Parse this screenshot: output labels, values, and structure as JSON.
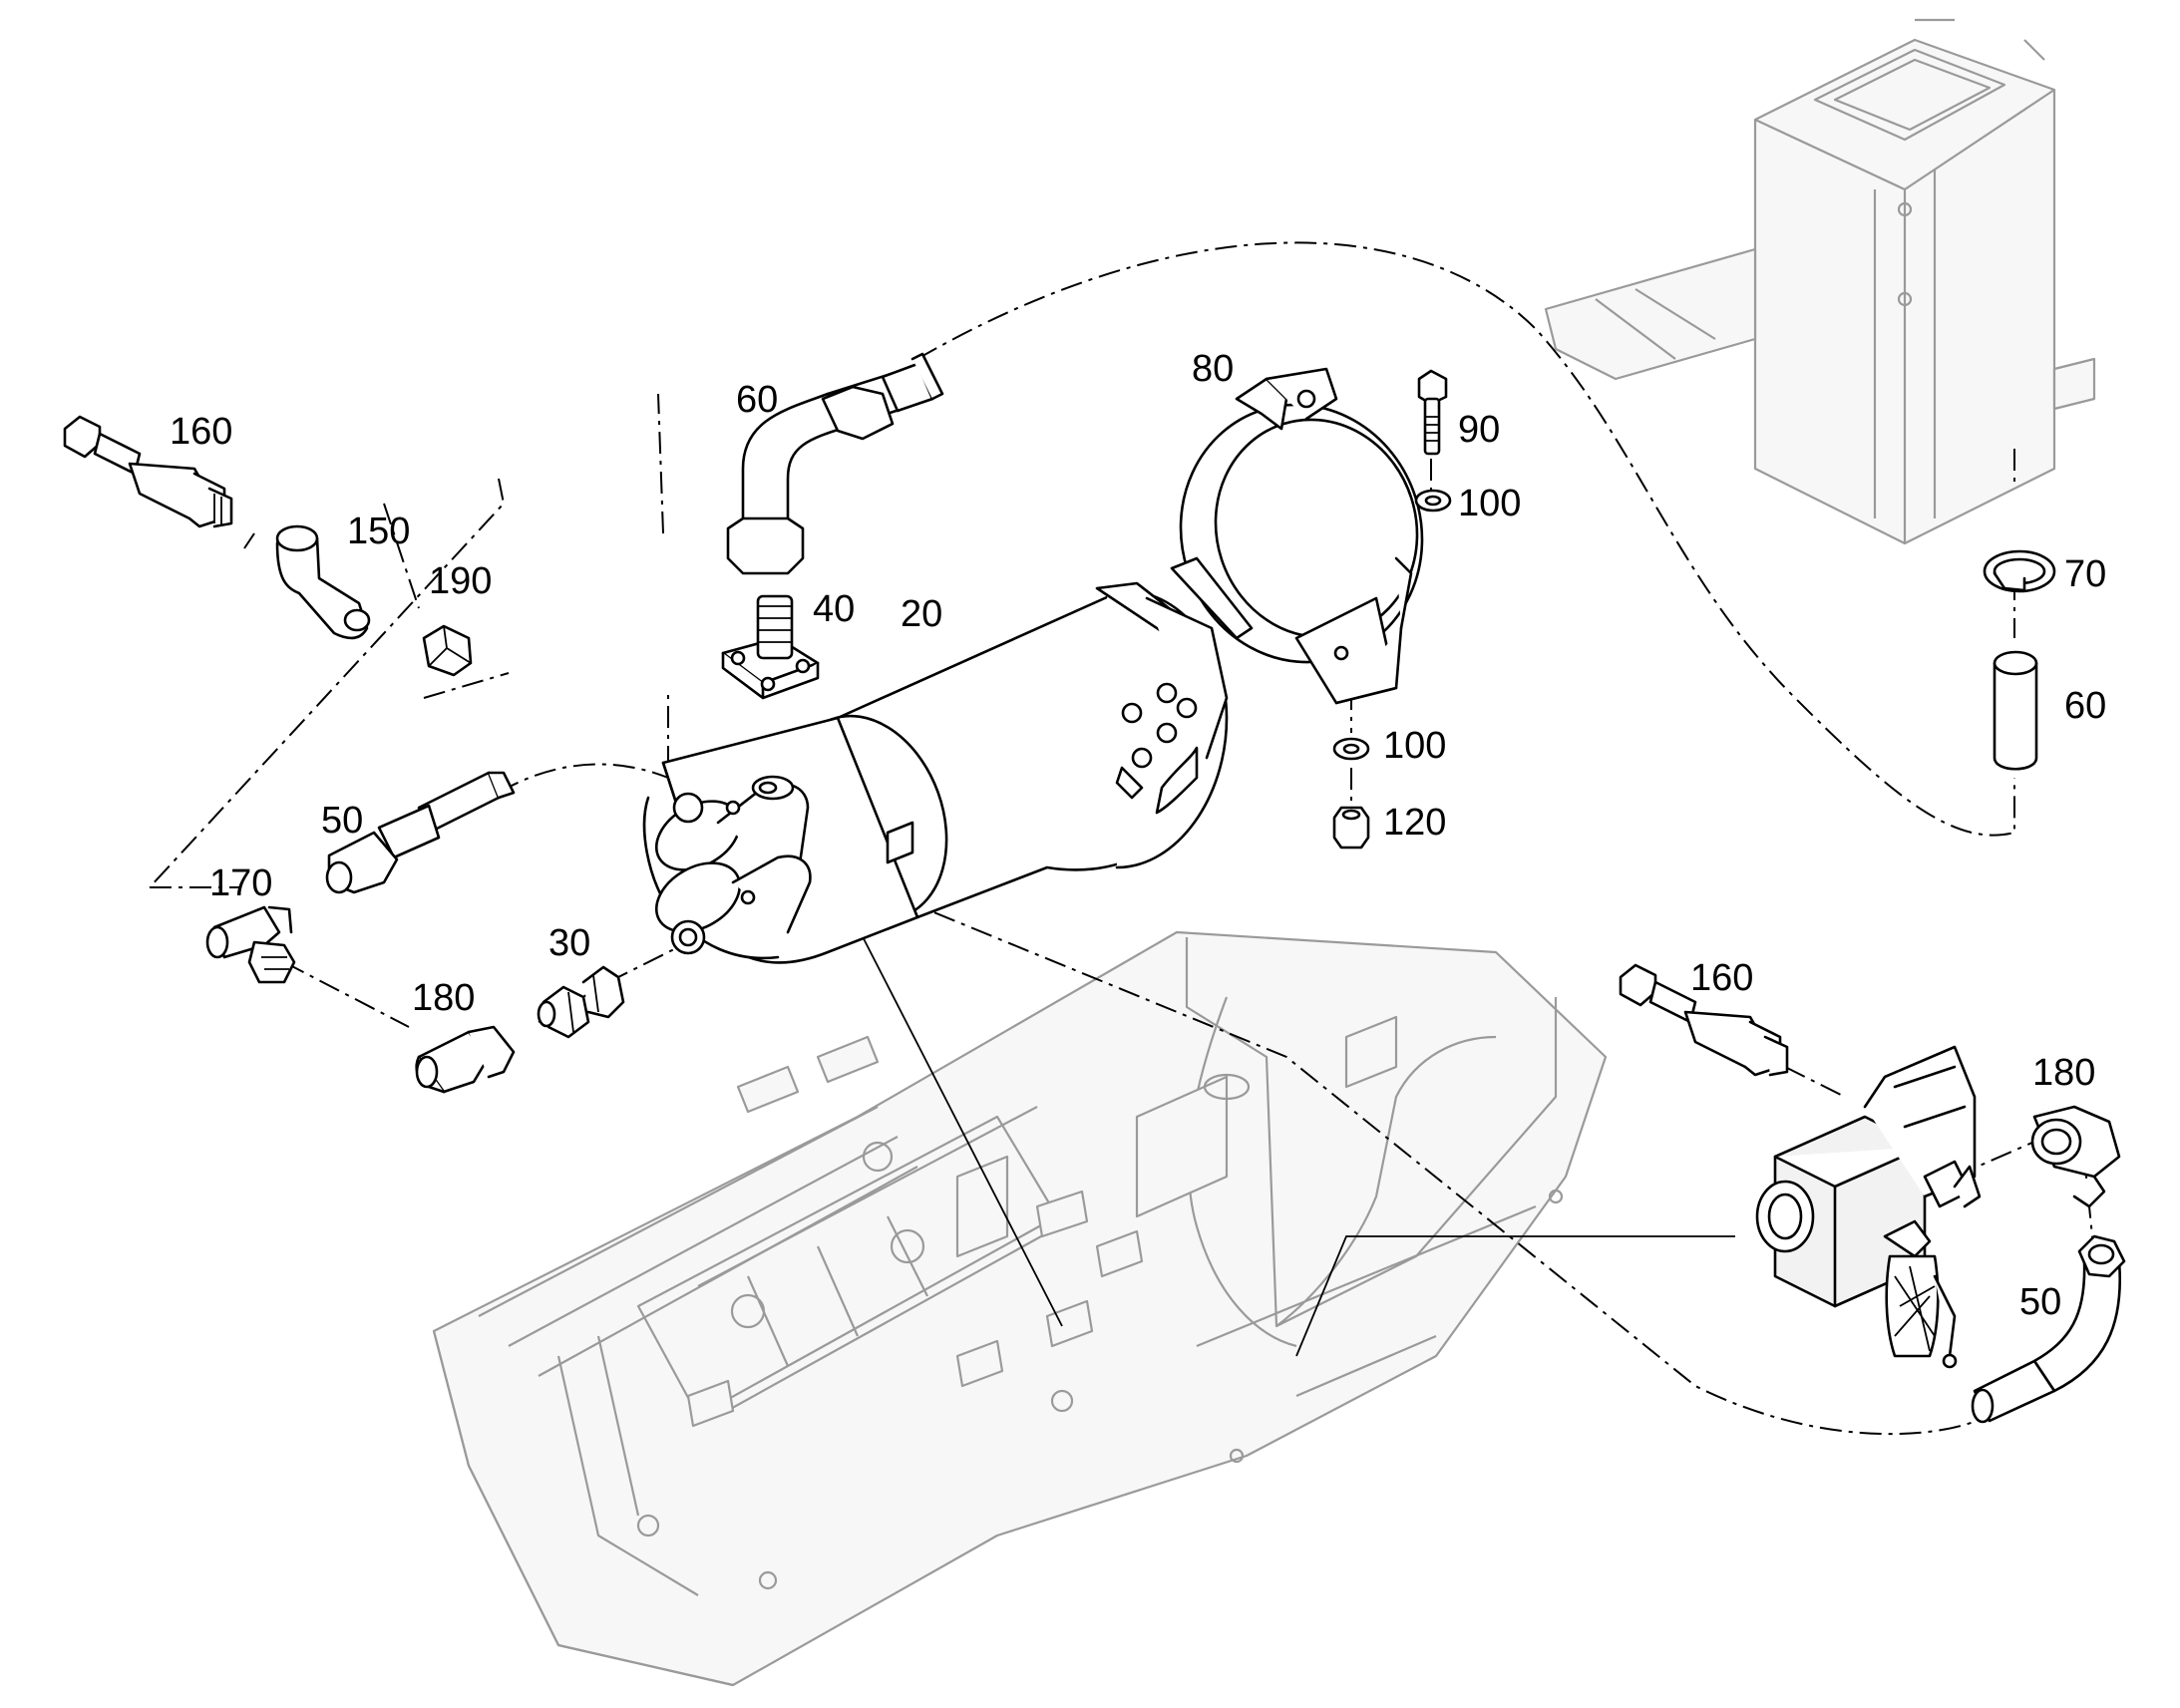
{
  "diagram": {
    "callouts": [
      "160",
      "150",
      "190",
      "60",
      "40",
      "20",
      "80",
      "90",
      "100",
      "100",
      "120",
      "70",
      "60",
      "50",
      "170",
      "180",
      "30",
      "160",
      "180",
      "50"
    ],
    "line_color": "#000000",
    "ghost_color": "#9a9a9a"
  }
}
